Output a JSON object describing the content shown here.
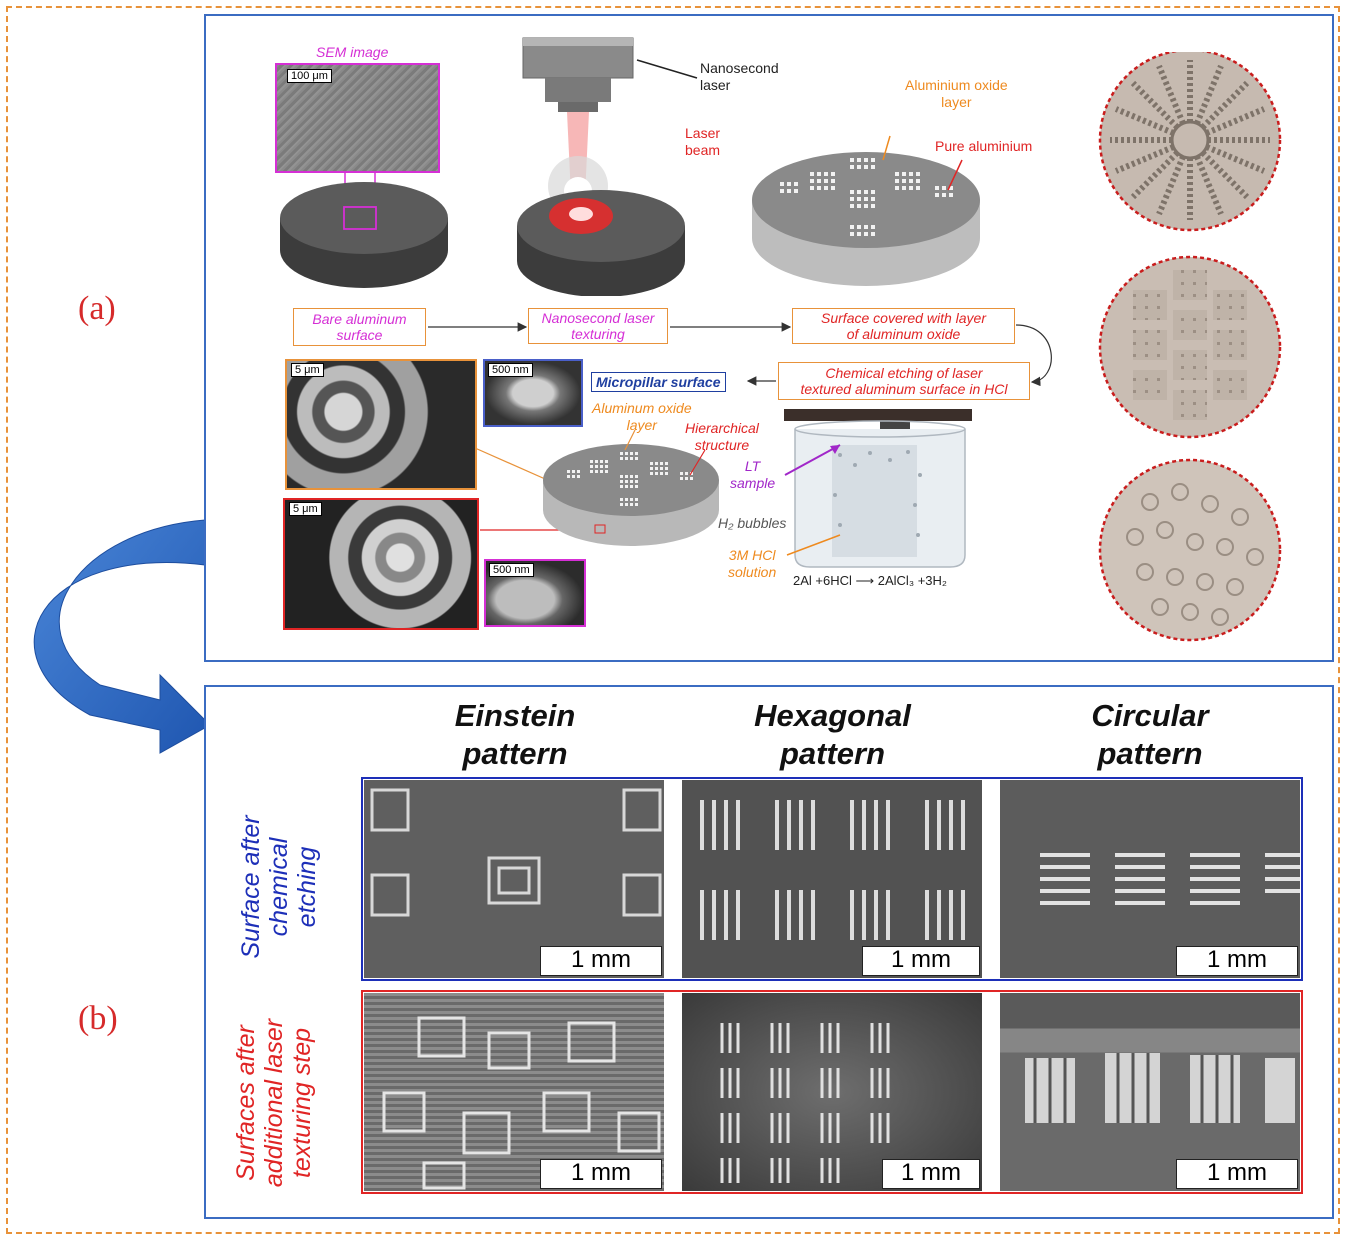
{
  "panel_labels": {
    "a": "(a)",
    "b": "(b)"
  },
  "panel_a": {
    "sem_title": "SEM image",
    "sem_scale": "100 μm",
    "laser_label": "Nanosecond\nlaser",
    "beam_label": "Laser\nbeam",
    "oxide_label": "Aluminium oxide\nlayer",
    "pure_label": "Pure aluminium",
    "steps": {
      "s1": "Bare aluminum\nsurface",
      "s2": "Nanosecond laser\ntexturing",
      "s3": "Surface covered with layer\nof aluminum oxide",
      "s4": "Chemical etching of laser\ntextured aluminum surface in HCl"
    },
    "micropillar": "Micropillar surface",
    "scale_5um_1": "5 μm",
    "scale_5um_2": "5 μm",
    "scale_500nm_1": "500 nm",
    "scale_500nm_2": "500 nm",
    "al_oxide_layer": "Aluminum oxide\nlayer",
    "hierarchical": "Hierarchical\nstructure",
    "lt_sample": "LT\nsample",
    "h2_bubbles": "H₂ bubbles",
    "hcl_solution": "3M HCl\nsolution",
    "equation": "2Al +6HCl ⟶ 2AlCl₃ +3H₂"
  },
  "panel_b": {
    "columns": [
      "Einstein\npattern",
      "Hexagonal\npattern",
      "Circular\npattern"
    ],
    "rows": [
      "Surface after\nchemical\netching",
      "Surfaces after\nadditional laser\ntexturing step"
    ],
    "scale_label": "1 mm"
  },
  "colors": {
    "panel_border": "#3b6cc2",
    "outer_border": "#e8923a",
    "row1_border": "#1d2fb8",
    "row2_border": "#e02525",
    "arrow": "#2f6bc7"
  }
}
